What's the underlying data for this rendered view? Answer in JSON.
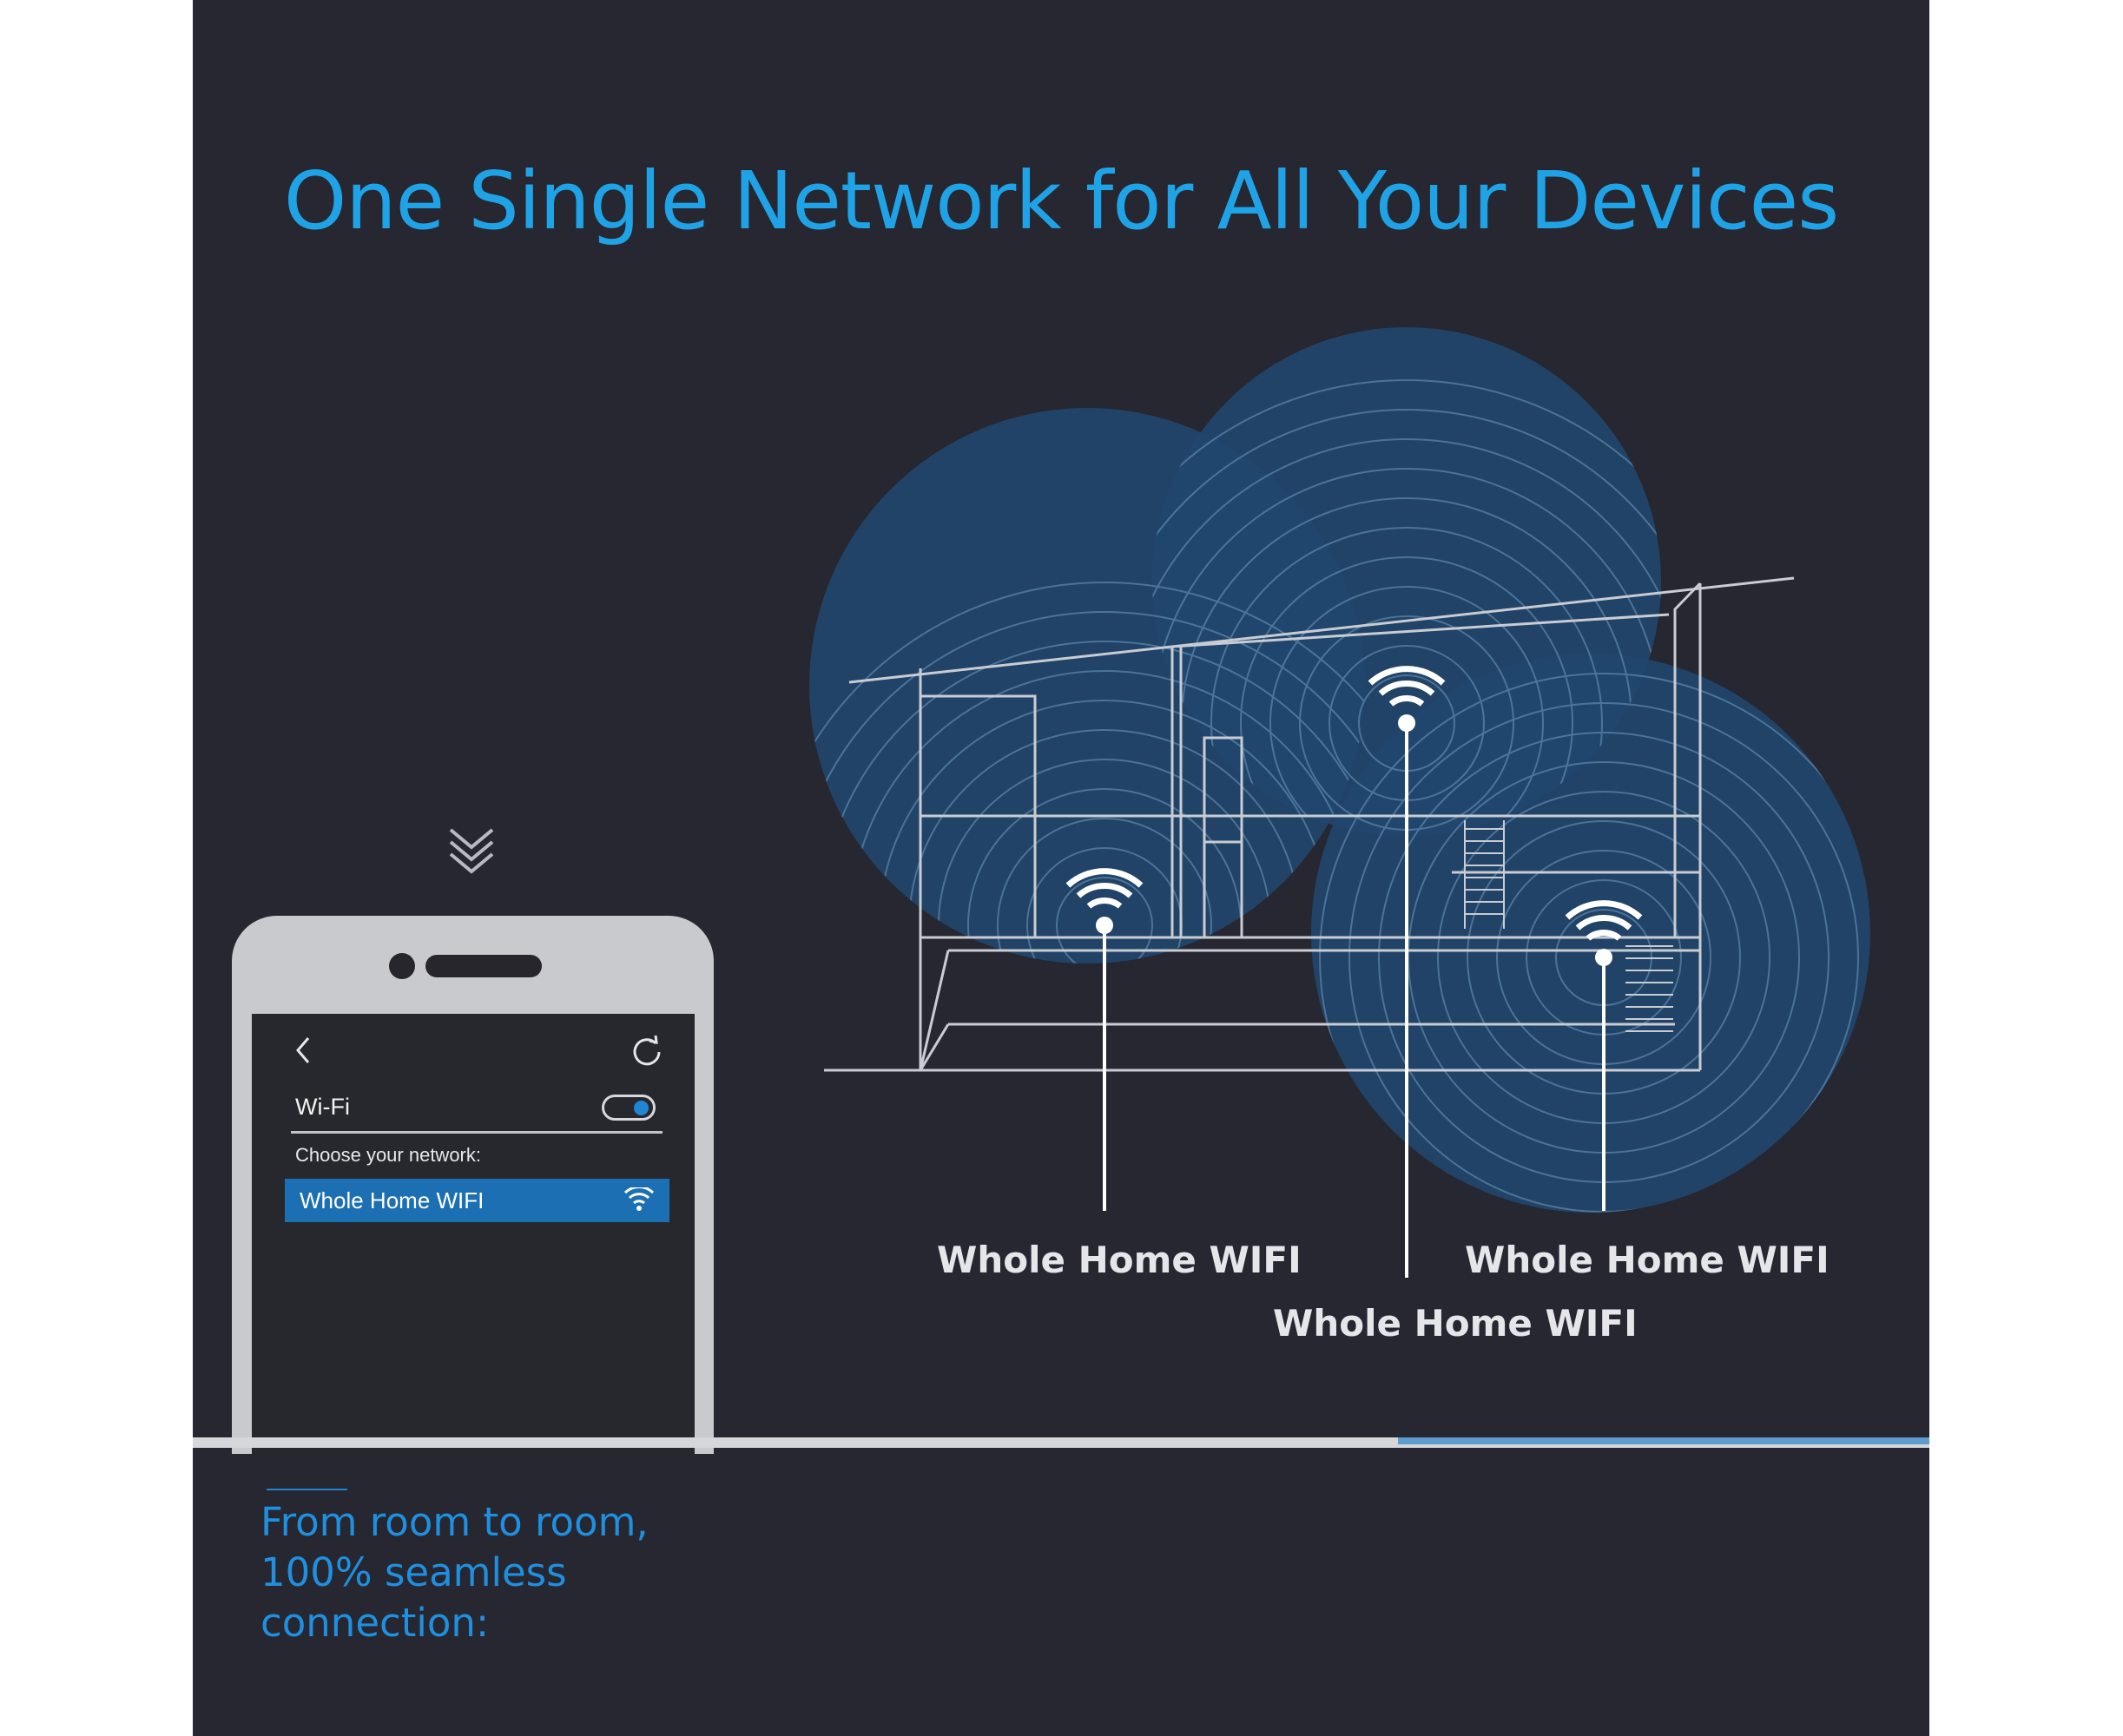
{
  "title": "One Single Network for All Your Devices",
  "colors": {
    "background": "#262730",
    "accent": "#1fa3e6",
    "coverage": "#21476e",
    "selected": "#1c6fb3"
  },
  "access_points": [
    {
      "label": "Whole Home WIFI",
      "icon": "wifi-icon"
    },
    {
      "label": "Whole Home WIFI",
      "icon": "wifi-icon"
    },
    {
      "label": "Whole Home WIFI",
      "icon": "wifi-icon"
    }
  ],
  "phone": {
    "back_icon": "chevron-left-icon",
    "refresh_icon": "refresh-icon",
    "wifi_label": "Wi-Fi",
    "wifi_enabled": true,
    "choose_label": "Choose your network:",
    "networks": [
      {
        "name": "Whole Home WIFI",
        "selected": true,
        "icon": "wifi-icon"
      }
    ]
  },
  "caption": {
    "lines": [
      "From room to room,",
      "100% seamless",
      "connection:"
    ]
  }
}
